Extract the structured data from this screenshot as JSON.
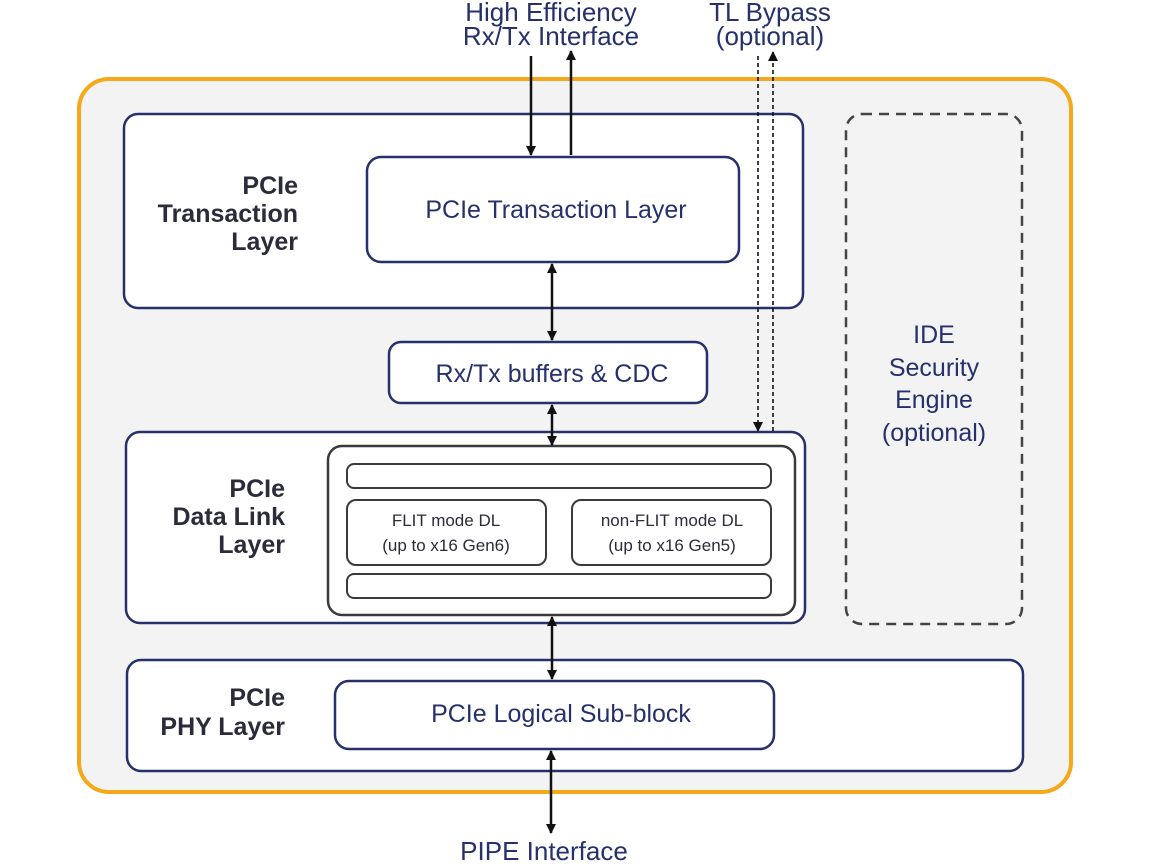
{
  "external": {
    "hei_line1": "High Efficiency",
    "hei_line2": "Rx/Tx Interface",
    "tl_bypass_line1": "TL Bypass",
    "tl_bypass_line2": "(optional)",
    "pipe": "PIPE Interface"
  },
  "transaction_layer": {
    "label_line1": "PCIe",
    "label_line2": "Transaction",
    "label_line3": "Layer",
    "block": "PCIe Transaction Layer"
  },
  "buffers": {
    "label": "Rx/Tx buffers & CDC"
  },
  "data_link_layer": {
    "label_line1": "PCIe",
    "label_line2": "Data Link",
    "label_line3": "Layer",
    "flit_line1": "FLIT mode DL",
    "flit_line2": "(up to x16 Gen6)",
    "nonflit_line1": "non-FLIT mode DL",
    "nonflit_line2": "(up to x16 Gen5)"
  },
  "phy_layer": {
    "label_line1": "PCIe",
    "label_line2": "PHY Layer",
    "block": "PCIe Logical Sub-block"
  },
  "ide": {
    "line1": "IDE",
    "line2": "Security",
    "line3": "Engine",
    "line4": "(optional)"
  },
  "colors": {
    "outer_border": "#f5a91a",
    "outer_fill": "#f3f3f4",
    "block_border": "#26306b",
    "text_navy": "#26306b"
  }
}
